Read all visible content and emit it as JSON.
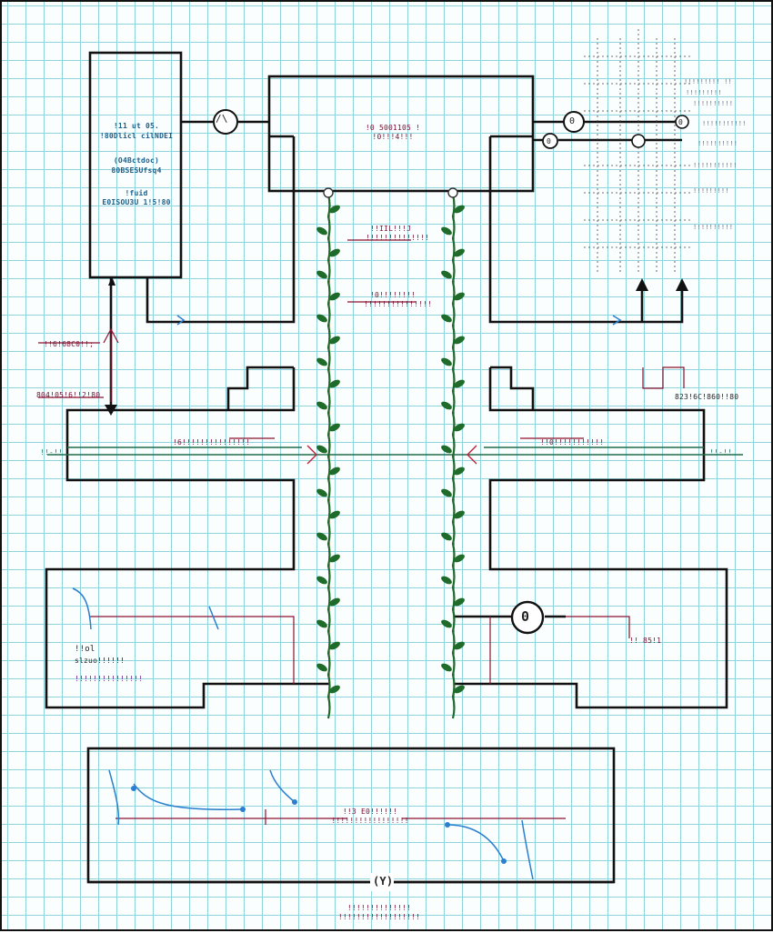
{
  "diagram": {
    "left_module": {
      "lines": [
        "!11 ut 05.",
        "!80Dlicl cilNDEI",
        "(O4Bctdoc)",
        "80BSESUfsq4",
        "!fuid",
        "E0ISOU3U 1!5!80"
      ]
    },
    "top_box": {
      "lines": [
        "!0 5001105 !",
        "!0!!!4!!!"
      ]
    },
    "meters": {
      "top_left": "/\\",
      "top_right_1": "0",
      "top_right_2": "0",
      "top_right_3": "0",
      "lower_right": "0"
    },
    "spine_labels": {
      "upper": [
        "!!IIL!!!J",
        "!!!!!!!!!!!!!!"
      ],
      "middle": [
        "!0!!!!!!!!",
        "!!!!!!!!!!!!!!!"
      ]
    },
    "left_annotations": {
      "side_1": "!!6!68C0!!;",
      "side_2": "804!05!6!!2!80",
      "bus_left": "!!-!!",
      "bus_label": "!6!!!!!!!!!!!!!!!"
    },
    "right_annotations": {
      "side_1": "823!6C!860!!80",
      "bus_right": "!!-!!",
      "bus_label": "!!0!!!!!!!!!!!",
      "lower_label": "!!!!!!!!!!",
      "r_tags": [
        "!! 85!1"
      ]
    },
    "top_right_block": {
      "lines": [
        "!!!!!!!!! !!",
        "!!!!!!!!!",
        "!!!!!!!!!!",
        "!!!!!!!!!!!",
        "!!!!!!!!!!",
        "!!!!!!!!!!!",
        "!!!!!!!!!",
        "!!!!!!!!!!"
      ]
    },
    "lower_left_box": {
      "lines": [
        "!!ol",
        "slzuo!!!!!!",
        "!!!!!!!!!!!!!!!"
      ]
    },
    "bottom_box": {
      "lines": [
        "!!3 E0!!!!!!",
        "!!!!!!!!!!!!!!!!!"
      ],
      "connector": "(Y)"
    },
    "footer": {
      "lines": [
        "!!!!!!!!!!!!!!",
        "!!!!!!!!!!!!!!!!!!"
      ]
    },
    "colors": {
      "grid": "#8fd3dd",
      "ink": "#111111",
      "vine": "#1e6b2a",
      "wire_red": "#8a1030",
      "wire_green": "#1e6b4a",
      "annotation_blue": "#2a7fd0"
    }
  }
}
